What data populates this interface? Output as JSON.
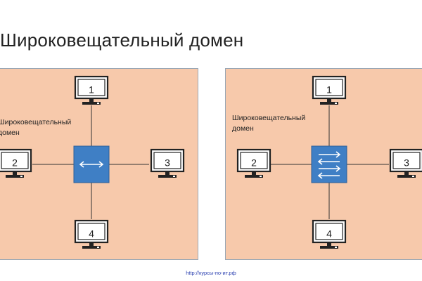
{
  "title": "Широковещательный домен",
  "diagrams": [
    {
      "label_line1": "Широковещательный",
      "label_line2": "домен",
      "device": "hub",
      "pcs": [
        "1",
        "2",
        "3",
        "4"
      ]
    },
    {
      "label_line1": "Широковещательный",
      "label_line2": "домен",
      "device": "switch",
      "pcs": [
        "1",
        "2",
        "3",
        "4"
      ]
    }
  ],
  "footer_url": "http://курсы-по-ит.рф",
  "colors": {
    "panel_bg": "#f7c9ab",
    "panel_border": "#9aa7b4",
    "device_fill": "#3f7fc5",
    "device_stroke": "#2c5f99",
    "link_line": "#333333",
    "url": "#2a3fb0"
  }
}
